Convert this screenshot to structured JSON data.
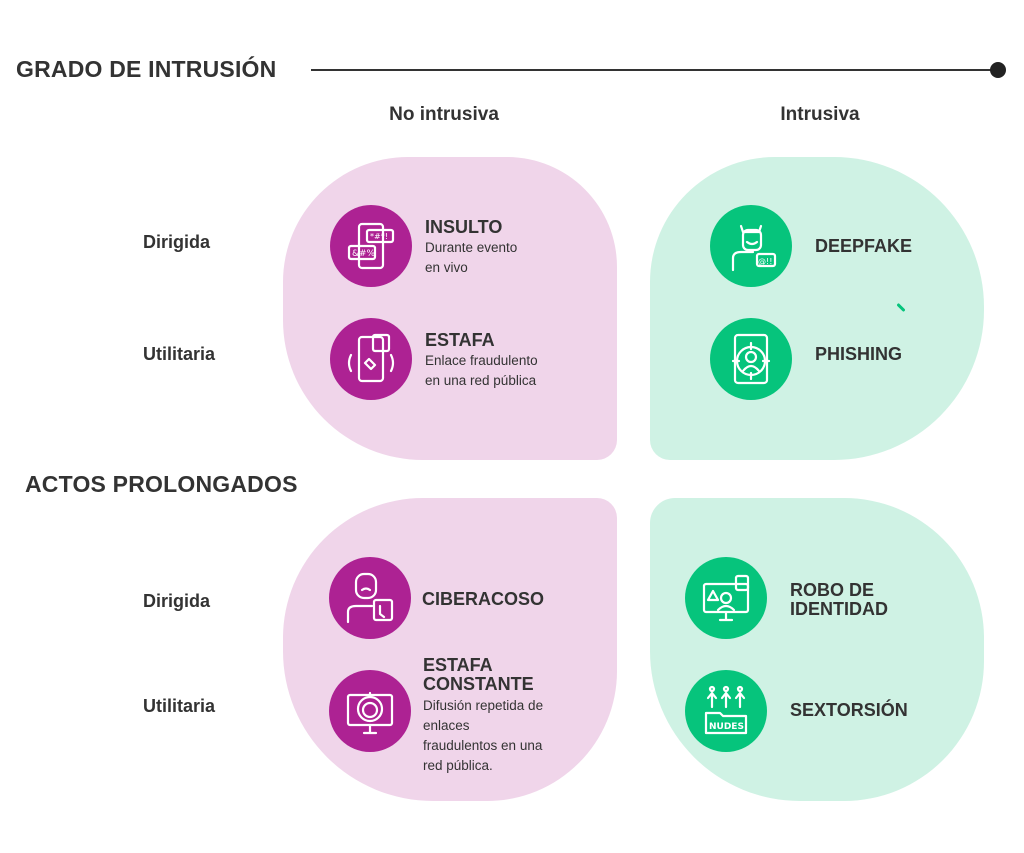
{
  "header": {
    "title": "GRADO DE INTRUSIÓN"
  },
  "columns": [
    "No intrusiva",
    "Intrusiva"
  ],
  "section2": {
    "title": "ACTOS PROLONGADOS"
  },
  "rows": {
    "top": [
      "Dirigida",
      "Utilitaria"
    ],
    "bottom": [
      "Dirigida",
      "Utilitaria"
    ]
  },
  "cards": {
    "insulto": {
      "title": "INSULTO",
      "desc": [
        "Durante evento",
        "en vivo"
      ],
      "icon": "chat-phone-icon"
    },
    "estafa": {
      "title": "ESTAFA",
      "desc": [
        "Enlace fraudulento",
        "en una red pública"
      ],
      "icon": "phone-call-icon"
    },
    "deepfake": {
      "title": "DEEPFAKE",
      "icon": "mask-person-icon"
    },
    "phishing": {
      "title": "PHISHING",
      "icon": "target-person-icon"
    },
    "ciberacoso": {
      "title": "CIBERACOSO",
      "icon": "sad-person-thumbs-down-icon"
    },
    "estafa_constante": {
      "title": [
        "ESTAFA",
        "CONSTANTE"
      ],
      "desc": [
        "Difusión repetida de",
        "enlaces",
        "fraudulentos en una",
        "red pública."
      ],
      "icon": "monitor-face-icon"
    },
    "robo": {
      "title": [
        "ROBO DE",
        "IDENTIDAD"
      ],
      "icon": "hacker-monitor-icon"
    },
    "sextorsion": {
      "title": "SEXTORSIÓN",
      "icon_text": "NUDES",
      "icon": "nudes-folder-icon"
    }
  },
  "colors": {
    "pink_bg": "#f0d5ea",
    "purple": "#ad2293",
    "green_bg": "#cff2e4",
    "green": "#06c47c",
    "text": "#333333"
  }
}
